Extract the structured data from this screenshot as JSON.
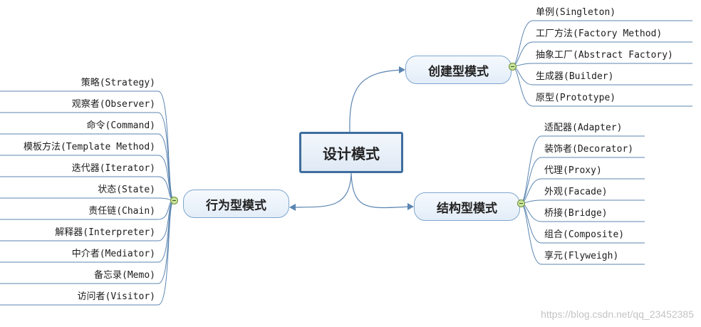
{
  "colors": {
    "line": "#5b85b1",
    "node_border": "#7fa6cf",
    "center_border": "#3e6e9e",
    "toggle": "#c8e39c",
    "watermark": "#c4c4c4"
  },
  "center": {
    "label": "设计模式"
  },
  "branches": [
    {
      "id": "creational",
      "label": "创建型模式",
      "side": "right",
      "leaves": [
        "单例(Singleton)",
        "工厂方法(Factory Method)",
        "抽象工厂(Abstract Factory)",
        "生成器(Builder)",
        "原型(Prototype)"
      ]
    },
    {
      "id": "structural",
      "label": "结构型模式",
      "side": "right",
      "leaves": [
        "适配器(Adapter)",
        "装饰者(Decorator)",
        "代理(Proxy)",
        "外观(Facade)",
        "桥接(Bridge)",
        "组合(Composite)",
        "享元(Flyweigh)"
      ]
    },
    {
      "id": "behavioral",
      "label": "行为型模式",
      "side": "left",
      "leaves": [
        "策略(Strategy)",
        "观察者(Observer)",
        "命令(Command)",
        "模板方法(Template Method)",
        "迭代器(Iterator)",
        "状态(State)",
        "责任链(Chain)",
        "解释器(Interpreter)",
        "中介者(Mediator)",
        "备忘录(Memo)",
        "访问者(Visitor)"
      ]
    }
  ],
  "watermark": "https://blog.csdn.net/qq_23452385"
}
